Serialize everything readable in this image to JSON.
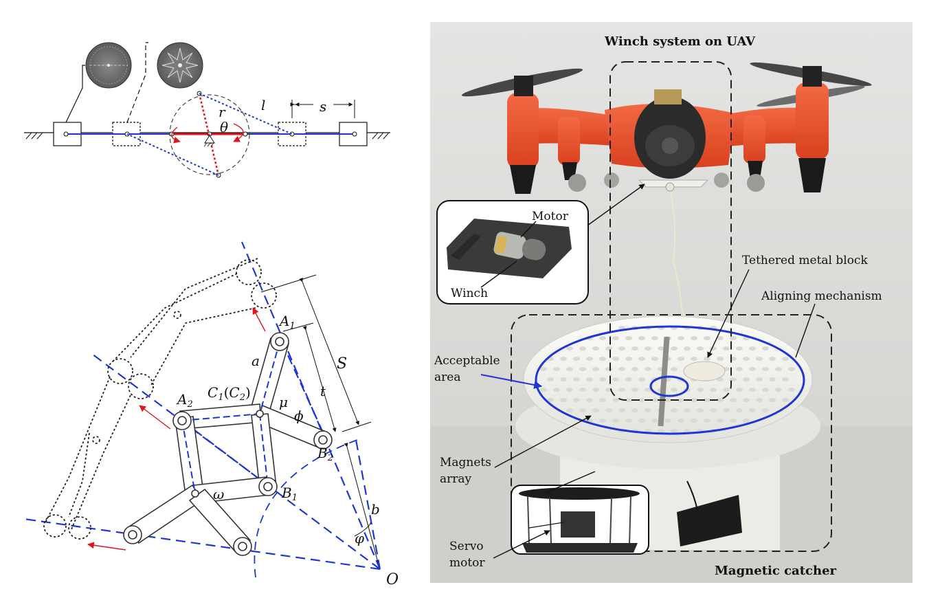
{
  "colors": {
    "mechanism_blue": "#1f35d6",
    "arrow_red": "#e0141b",
    "drone_orange": "#ef4c2a",
    "dark_gray": "#3a3a3a",
    "dashed_black": "#222222",
    "photo_background": "#dcdcd8"
  },
  "top_mechanism": {
    "labels": {
      "r": "r",
      "l": "l",
      "theta": "θ",
      "s": "s"
    },
    "icons": [
      "gear-disc-icon",
      "star-disc-icon",
      "ground-hatch-icon"
    ]
  },
  "linkage_diagram": {
    "labels": {
      "A1": "A",
      "A1_sub": "1",
      "A2": "A",
      "A2_sub": "2",
      "B1": "B",
      "B1_sub": "1",
      "B2": "B",
      "B2_sub": "2",
      "C": "C",
      "C_sub1": "1",
      "C_paren": "(",
      "C_inner": "C",
      "C_sub2": "2",
      "C_close": ")",
      "a": "a",
      "mu": "μ",
      "phi_upper": "ϕ",
      "S": "S",
      "t": "t",
      "omega": "ω",
      "varphi": "φ",
      "b": "b",
      "O": "O"
    }
  },
  "photo": {
    "title_top": "Winch system on UAV",
    "title_bottom": "Magnetic catcher",
    "labels": {
      "motor": "Motor",
      "winch": "Winch",
      "tethered_block": "Tethered metal block",
      "aligning_mechanism": "Aligning mechanism",
      "acceptable_area_1": "Acceptable",
      "acceptable_area_2": "area",
      "magnets_array_1": "Magnets",
      "magnets_array_2": "array",
      "servo_motor_1": "Servo",
      "servo_motor_2": "motor"
    }
  }
}
